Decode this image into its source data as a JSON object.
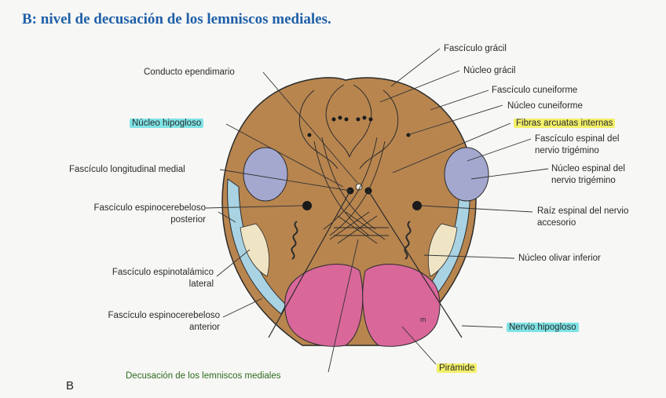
{
  "title": "B: nivel de decusación de los lemniscos mediales.",
  "corner_label": "B",
  "colors": {
    "tissue": "#b8854f",
    "pyramid": "#d9679a",
    "nucleus_spinal": "#a4a8cf",
    "spinocerebellar": "#a9d3e3",
    "spinothalamic": "#efe4c4",
    "highlight_cyan": "#7fe3e6",
    "highlight_yellow": "#f3f06a",
    "title": "#1f5fa8"
  },
  "labels": {
    "fasciculo_gracil": "Fascículo grácil",
    "nucleo_gracil": "Núcleo grácil",
    "conducto_ependimario": "Conducto ependimario",
    "fasciculo_cuneiforme": "Fascículo cuneiforme",
    "nucleo_cuneiforme": "Núcleo cuneiforme",
    "nucleo_hipogloso": "Núcleo hipogloso",
    "fibras_arcuatas": "Fibras arcuatas internas",
    "fasciculo_espinal_trigemino_1": "Fascículo espinal del",
    "fasciculo_espinal_trigemino_2": "nervio trigémino",
    "nucleo_espinal_trigemino_1": "Núcleo espinal del",
    "nucleo_espinal_trigemino_2": "nervio trigémino",
    "fasciculo_longitudinal": "Fascículo longitudinal medial",
    "espinocerebeloso_post_1": "Fascículo espinocerebeloso",
    "espinocerebeloso_post_2": "posterior",
    "raiz_espinal_1": "Raíz espinal del nervio",
    "raiz_espinal_2": "accesorio",
    "nucleo_olivar": "Núcleo olivar inferior",
    "espinotalamico_1": "Fascículo espinotalámico",
    "espinotalamico_2": "lateral",
    "espinocerebeloso_ant_1": "Fascículo espinocerebeloso",
    "espinocerebeloso_ant_2": "anterior",
    "nervio_hipogloso": "Nervio hipogloso",
    "decusacion": "Decusación de los lemniscos mediales",
    "piramide": "Pirámide"
  }
}
